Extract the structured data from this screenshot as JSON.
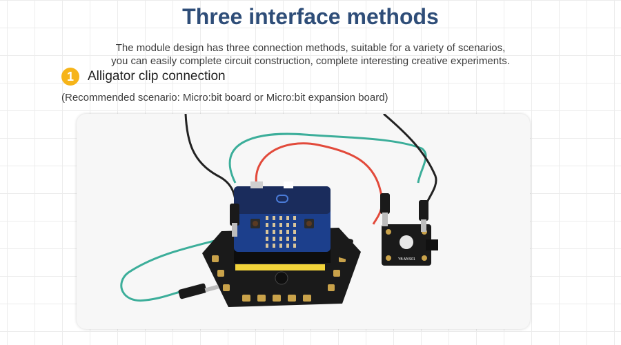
{
  "page": {
    "title": "Three interface methods",
    "intro_line1": "The module design has three connection methods, suitable for a variety of scenarios,",
    "intro_line2": "you can easily complete circuit construction, complete interesting creative experiments."
  },
  "step": {
    "number": "1",
    "label": "Alligator clip connection",
    "scenario": "(Recommended scenario: Micro:bit board or Micro:bit expansion board)"
  },
  "photo": {
    "module_label": "YB-MVS01"
  },
  "colors": {
    "title": "#2e4d78",
    "accent": "#f6b419",
    "wire_red": "#e24a3b",
    "wire_green": "#3cae9a",
    "wire_black": "#222222",
    "board_blue": "#1c3f8c"
  }
}
